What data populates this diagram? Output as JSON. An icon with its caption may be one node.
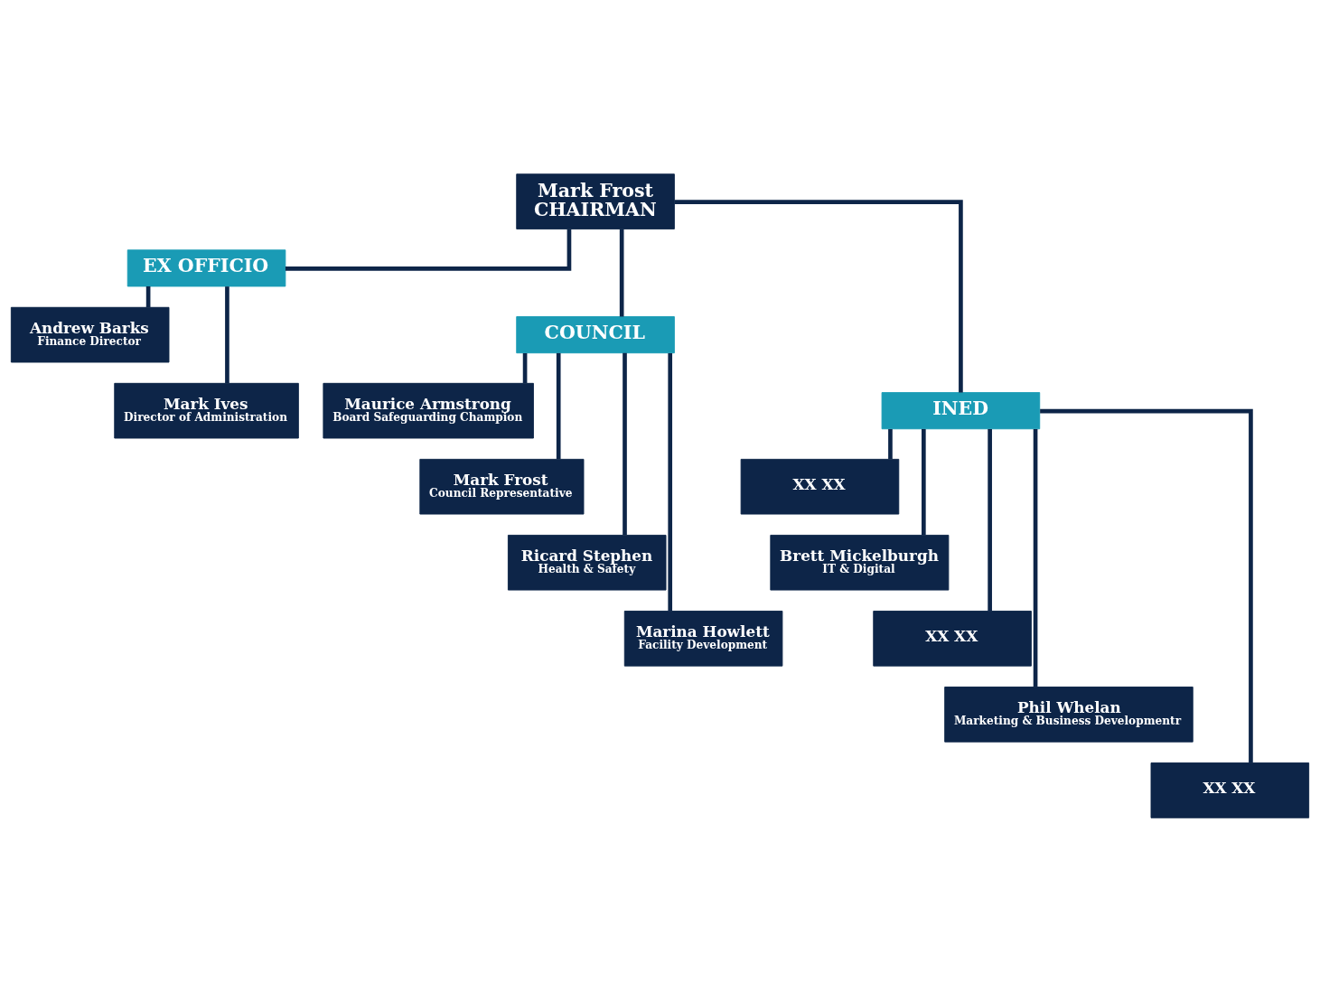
{
  "diagram": {
    "nodes": [
      {
        "text": [
          "Mark Frost",
          "CHAIRMAN"
        ]
      },
      {
        "text": [
          "EX OFFICIO"
        ]
      },
      {
        "text": [
          "COUNCIL"
        ]
      },
      {
        "text": [
          "INED"
        ]
      },
      {
        "text": [
          "Andrew Barks",
          "Finance Director"
        ]
      },
      {
        "text": [
          "Mark Ives",
          "Director of Administration"
        ]
      },
      {
        "text": [
          "Maurice Armstrong",
          "Board Safeguarding Champion"
        ]
      },
      {
        "text": [
          "Mark Frost",
          "Council Representative"
        ]
      },
      {
        "text": [
          "Ricard Stephen",
          "Health & Safety"
        ]
      },
      {
        "text": [
          "Marina Howlett",
          "Facility Development"
        ]
      },
      {
        "text": [
          "XX XX"
        ]
      },
      {
        "text": [
          "Brett Mickelburgh",
          "IT & Digital"
        ]
      },
      {
        "text": [
          "XX XX"
        ]
      },
      {
        "text": [
          "Phil Whelan",
          "Marketing & Business Developmentr"
        ]
      },
      {
        "text": [
          "XX XX"
        ]
      }
    ],
    "edges": [
      {
        "from": 0,
        "to": 1,
        "arrow": "none"
      },
      {
        "from": 0,
        "to": 2,
        "arrow": "none"
      },
      {
        "from": 0,
        "to": 3,
        "arrow": "none"
      },
      {
        "from": 1,
        "to": 4,
        "arrow": "none"
      },
      {
        "from": 1,
        "to": 5,
        "arrow": "none"
      },
      {
        "from": 2,
        "to": 6,
        "arrow": "none"
      },
      {
        "from": 2,
        "to": 7,
        "arrow": "none"
      },
      {
        "from": 2,
        "to": 8,
        "arrow": "none"
      },
      {
        "from": 2,
        "to": 9,
        "arrow": "none"
      },
      {
        "from": 3,
        "to": 10,
        "arrow": "none"
      },
      {
        "from": 3,
        "to": 11,
        "arrow": "none"
      },
      {
        "from": 3,
        "to": 12,
        "arrow": "none"
      },
      {
        "from": 3,
        "to": 13,
        "arrow": "none"
      },
      {
        "from": 3,
        "to": 14,
        "arrow": "none"
      }
    ]
  }
}
